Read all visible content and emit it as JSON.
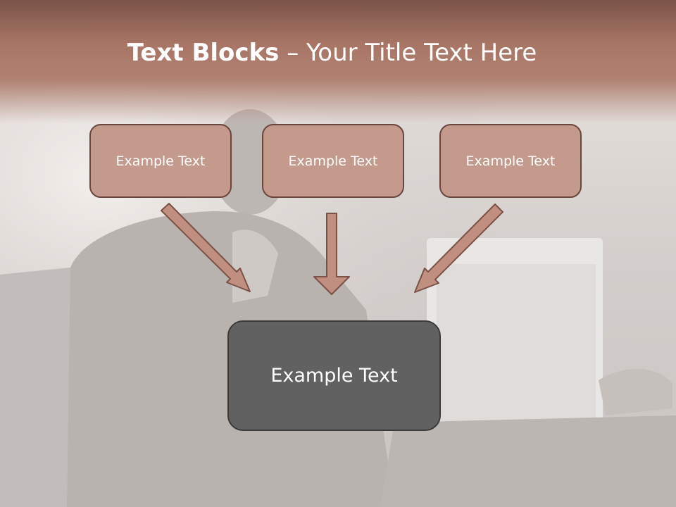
{
  "slide": {
    "title_bold": "Text Blocks",
    "title_dash": " – ",
    "title_rest": "Your Title Text Here"
  },
  "blocks": [
    {
      "label": "Example Text"
    },
    {
      "label": "Example Text"
    },
    {
      "label": "Example Text"
    }
  ],
  "main_block": {
    "label": "Example Text"
  },
  "colors": {
    "title_band": "#a87565",
    "small_box_fill": "#c39a8b",
    "small_box_border": "#6b463c",
    "main_box_fill": "#616161",
    "arrow_fill": "#c08f80"
  }
}
